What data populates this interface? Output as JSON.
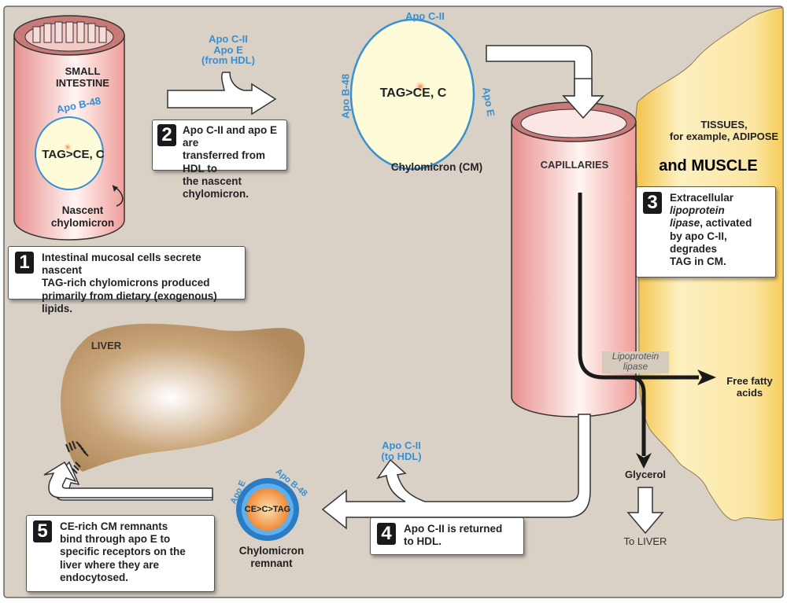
{
  "colors": {
    "background": "#d9d1c5",
    "vessel": "#ef9e9a",
    "chylomicron_fill": "#fefbd8",
    "apo_blue": "#3a8fd0",
    "tissue": "#f6cd5a",
    "liver": "#b38f62"
  },
  "intestine": {
    "label_line1": "SMALL",
    "label_line2": "INTESTINE",
    "apo": "Apo B-48",
    "contents": "TAG>CE, C",
    "nascent_line1": "Nascent",
    "nascent_line2": "chylomicron"
  },
  "transfer": {
    "line1": "Apo C-II",
    "line2": "Apo E",
    "line3": "(from HDL)"
  },
  "chylomicron": {
    "apo_top": "Apo C-II",
    "apo_left": "Apo B-48",
    "apo_right": "Apo E",
    "contents": "TAG>CE, C",
    "caption": "Chylomicron (CM)"
  },
  "capillaries": {
    "label": "CAPILLARIES"
  },
  "tissues": {
    "line1": "TISSUES,",
    "line2": "for example, ADIPOSE",
    "line3": "and MUSCLE"
  },
  "lipase_label": {
    "line1": "Lipoprotein",
    "line2": "lipase"
  },
  "products": {
    "ffa_line1": "Free fatty",
    "ffa_line2": "acids",
    "glycerol": "Glycerol",
    "to_liver": "To LIVER"
  },
  "return": {
    "line1": "Apo C-II",
    "line2": "(to HDL)"
  },
  "remnant": {
    "apo_left": "Apo E",
    "apo_right": "Apo B-48",
    "contents": "CE>C>TAG",
    "caption_line1": "Chylomicron",
    "caption_line2": "remnant"
  },
  "liver": {
    "label": "LIVER"
  },
  "steps": [
    {
      "number": "1",
      "text": "Intestinal mucosal cells secrete nascent\nTAG-rich chylomicrons produced\nprimarily from dietary (exogenous) lipids."
    },
    {
      "number": "2",
      "text": "Apo C-II and apo E are\ntransferred from HDL to\nthe nascent chylomicron."
    },
    {
      "number": "3",
      "text_italic": "lipoprotein\nlipase",
      "text_pre": "Extracellular",
      "text_post": ", activated\nby apo C-II,\ndegrades\nTAG in CM."
    },
    {
      "number": "4",
      "text": "Apo C-II is returned\nto HDL."
    },
    {
      "number": "5",
      "text": "CE-rich CM remnants\nbind through apo E to\nspecific receptors on the\nliver where they are\nendocytosed."
    }
  ]
}
